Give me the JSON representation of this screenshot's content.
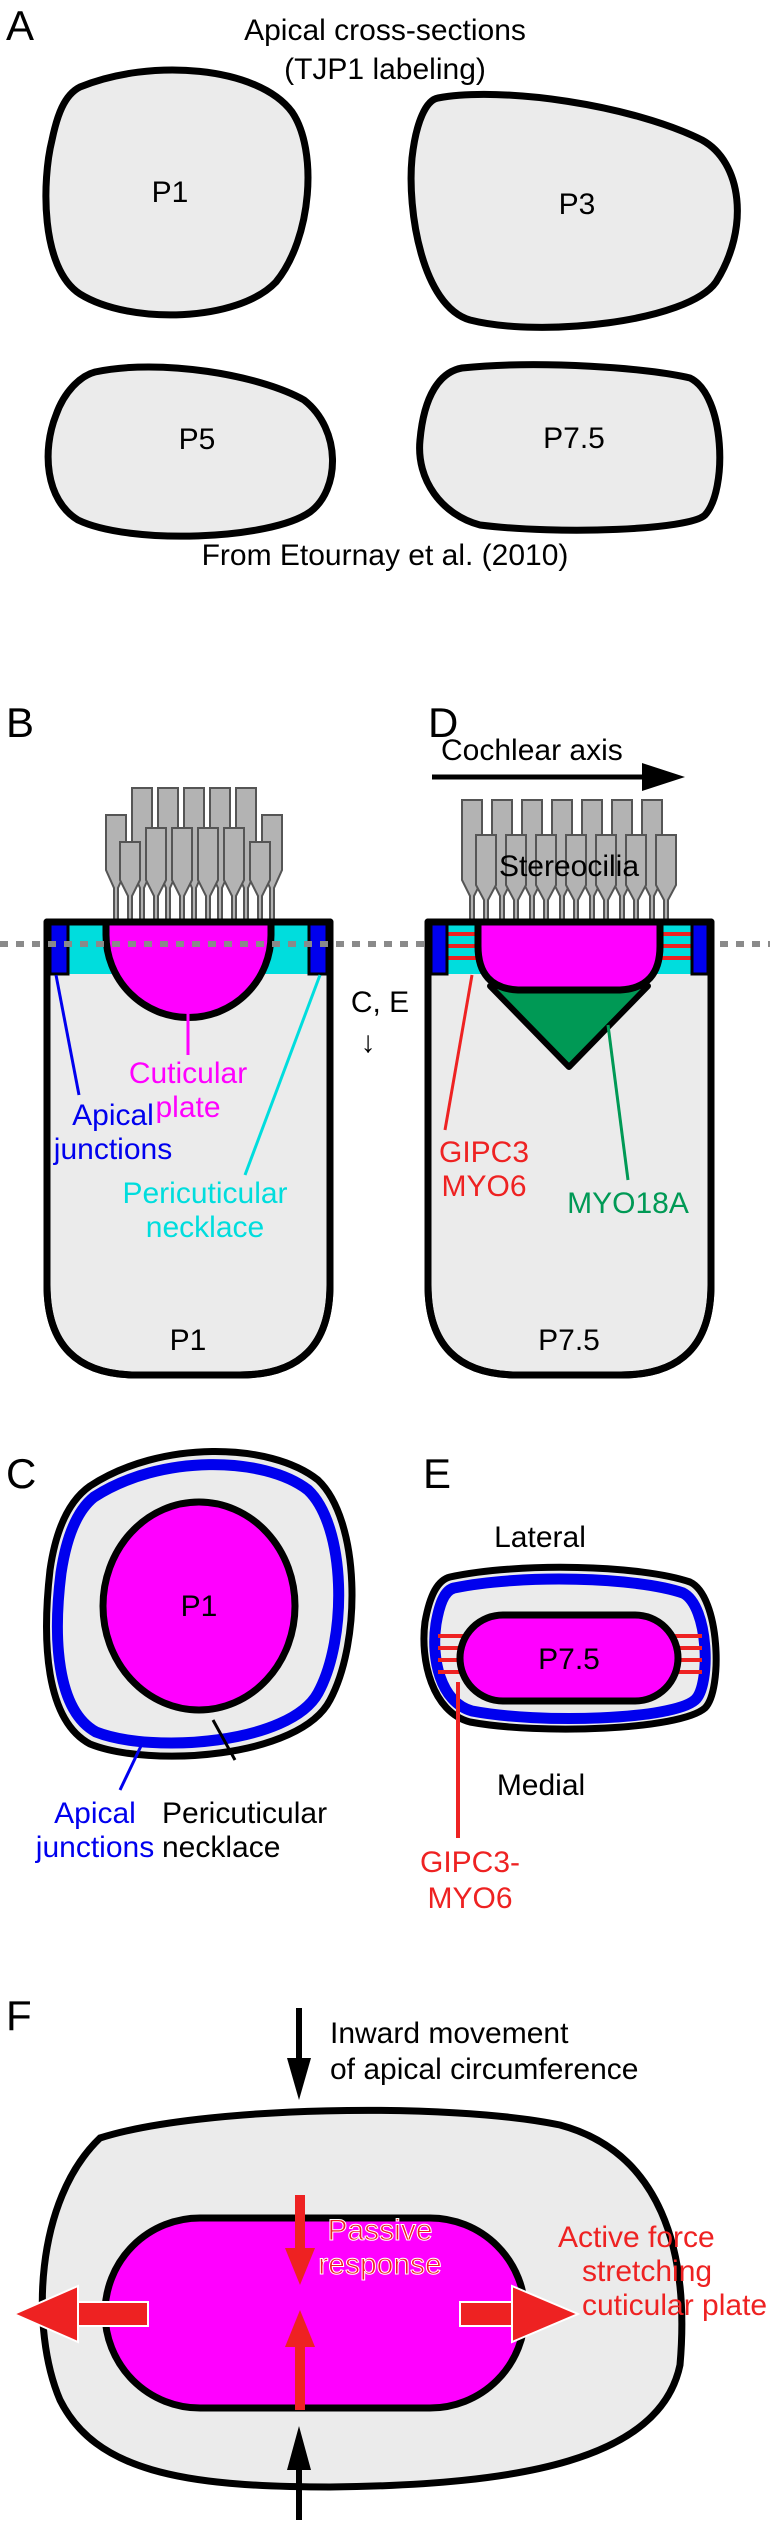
{
  "panels": {
    "a": "A",
    "b": "B",
    "c": "C",
    "d": "D",
    "e": "E",
    "f": "F"
  },
  "panel_a": {
    "title_line1": "Apical cross-sections",
    "title_line2": "(TJP1 labeling)",
    "cells": [
      "P1",
      "P3",
      "P5",
      "P7.5"
    ],
    "source": "From Etournay et al. (2010)"
  },
  "panel_b": {
    "stage": "P1",
    "cuticular_plate_1": "Cuticular",
    "cuticular_plate_2": "plate",
    "apical_junctions_1": "Apical",
    "apical_junctions_2": "junctions",
    "pericuticular_1": "Pericuticular",
    "pericuticular_2": "necklace",
    "section_line_1": "C, E",
    "section_line_2": "↓"
  },
  "panel_d": {
    "stage": "P7.5",
    "cochlear_axis": "Cochlear axis",
    "stereocilia": "Stereocilia",
    "gipc3_1": "GIPC3",
    "gipc3_2": "MYO6",
    "myo18a": "MYO18A"
  },
  "panel_c": {
    "stage": "P1",
    "apical_junctions_1": "Apical",
    "apical_junctions_2": "junctions",
    "pericuticular_1": "Pericuticular",
    "pericuticular_2": "necklace"
  },
  "panel_e": {
    "stage": "P7.5",
    "lateral": "Lateral",
    "medial": "Medial",
    "gipc3_1": "GIPC3-",
    "gipc3_2": "MYO6"
  },
  "panel_f": {
    "inward_1": "Inward movement",
    "inward_2": "of apical circumference",
    "passive_1": "Passive",
    "passive_2": "response",
    "active_1": "Active force",
    "active_2": "stretching",
    "active_3": "cuticular plate"
  },
  "colors": {
    "cell_fill": "#ebebeb",
    "cuticular_plate": "#ff00ff",
    "apical_junctions": "#0000ee",
    "pericuticular_necklace": "#00dddd",
    "gipc3_myo6": "#ee2222",
    "myo18a": "#009955",
    "stereocilia": "#b3b3b3"
  }
}
